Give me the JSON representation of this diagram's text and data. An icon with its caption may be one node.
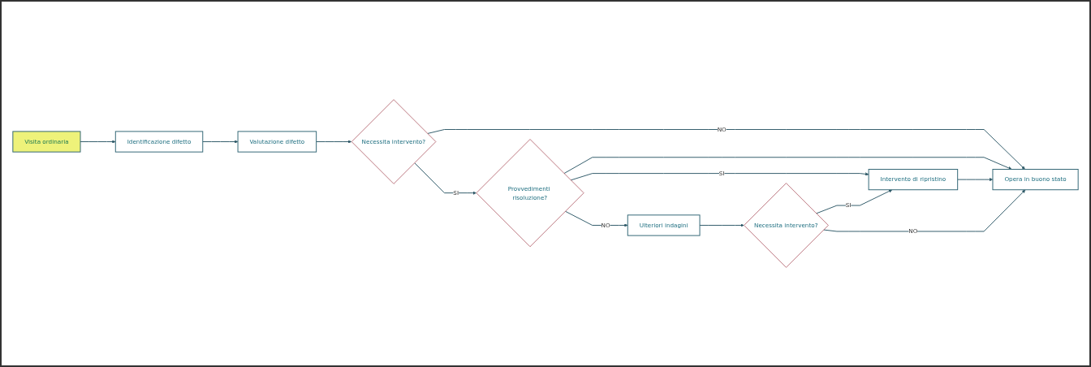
{
  "diagram": {
    "nodes": [
      {
        "text": [
          "Visita ordinaria"
        ]
      },
      {
        "text": [
          "Identificazione difetto"
        ]
      },
      {
        "text": [
          "Valutazione difetto"
        ]
      },
      {
        "text": [
          "Necessita intervento?"
        ]
      },
      {
        "text": [
          "Opera in buono stato"
        ]
      },
      {
        "text": [
          "Provvedimenti risoluzione?"
        ]
      },
      {
        "text": [
          "Intervento di ripristino"
        ]
      },
      {
        "text": [
          "Ulteriori indagini"
        ]
      },
      {
        "text": [
          "Necessita intervento?"
        ]
      }
    ],
    "edges": [
      {
        "from": 0,
        "to": 1,
        "arrow": "to"
      },
      {
        "from": 1,
        "to": 2,
        "arrow": "to"
      },
      {
        "from": 2,
        "to": 3,
        "arrow": "to"
      },
      {
        "from": 3,
        "to": 4,
        "label": "NO",
        "arrow": "to"
      },
      {
        "from": 3,
        "to": 5,
        "label": "SI",
        "arrow": "to"
      },
      {
        "from": 5,
        "to": 4,
        "arrow": "to"
      },
      {
        "from": 5,
        "to": 6,
        "label": "SI",
        "arrow": "to"
      },
      {
        "from": 5,
        "to": 7,
        "label": "NO",
        "arrow": "to"
      },
      {
        "from": 6,
        "to": 4,
        "arrow": "to"
      },
      {
        "from": 7,
        "to": 8,
        "arrow": "to"
      },
      {
        "from": 8,
        "to": 6,
        "label": "SI",
        "arrow": "to"
      },
      {
        "from": 8,
        "to": 4,
        "label": "NO",
        "arrow": "to"
      }
    ]
  }
}
